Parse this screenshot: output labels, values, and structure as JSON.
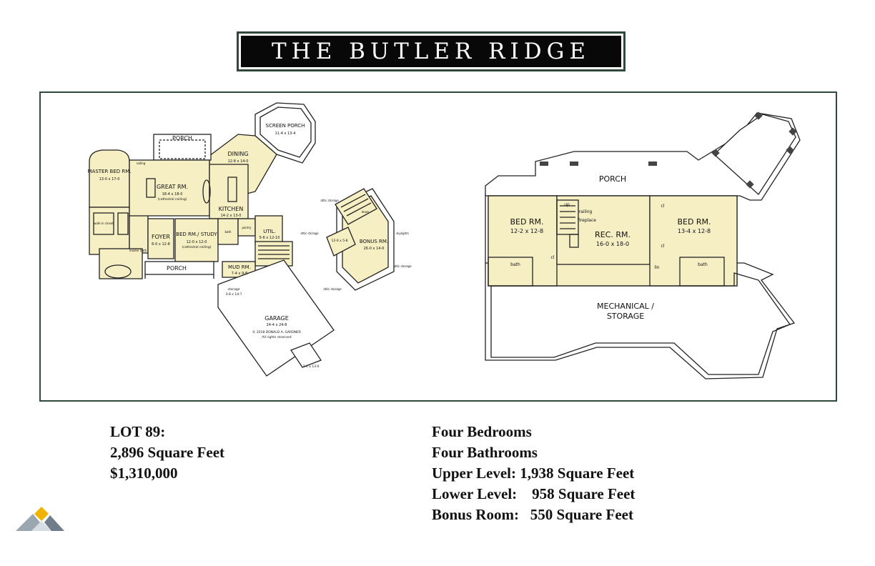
{
  "header": {
    "title": "THE BUTLER RIDGE"
  },
  "main_floor": {
    "rooms": {
      "porch_top": "PORCH",
      "screen_porch_name": "SCREEN PORCH",
      "screen_porch_dim": "11-4 x 13-4",
      "dining_name": "DINING",
      "dining_dim": "12-8 x 14-0",
      "master_name": "MASTER BED RM.",
      "master_dim": "13-0 x 17-0",
      "great_name": "GREAT RM.",
      "great_dim": "18-4 x 18-0",
      "great_note": "(cathedral ceiling)",
      "kitchen_name": "KITCHEN",
      "kitchen_dim": "14-2 x 13-0",
      "foyer_name": "FOYER",
      "foyer_dim": "6-0 x 12-8",
      "study_name": "BED RM./ STUDY",
      "study_dim": "12-0 x 12-0",
      "study_note": "(cathedral ceiling)",
      "util_name": "UTIL.",
      "util_dim": "5-6 x 12-10",
      "mud_name": "MUD RM.",
      "mud_dim": "7-4 x 9-8",
      "porch_bottom": "PORCH",
      "storage_name": "storage",
      "storage_dim": "3-8 x 14-7",
      "garage_name": "GARAGE",
      "garage_dim": "24-4 x 24-8",
      "copyright": "© 2018 DONALD A. GARDNER",
      "rights": "All rights reserved",
      "garage_ext_dim": "2-4 x 13-0",
      "walkin": "walk-in closet",
      "bath": "bath",
      "master_bath": "master bath",
      "pantry": "pantry",
      "railing": "railing"
    }
  },
  "bonus": {
    "name": "BONUS RM.",
    "dim": "26-0 x 14-0",
    "small_dim": "12-0 x 5-8",
    "attic1": "attic storage",
    "attic2": "attic storage",
    "attic3": "attic storage",
    "attic4": "attic storage",
    "skylights": "skylights",
    "down": "down"
  },
  "lower_level": {
    "porch": "PORCH",
    "bed1_name": "BED RM.",
    "bed1_dim": "12-2 x 12-8",
    "bed2_name": "BED RM.",
    "bed2_dim": "13-4 x 12-8",
    "rec_name": "REC. RM.",
    "rec_dim": "16-0 x 18-0",
    "railing": "railing",
    "fireplace": "fireplace",
    "up": "up",
    "bath1": "bath",
    "bath2": "bath",
    "cl1": "cl",
    "cl2": "cl",
    "cl3": "cl",
    "lin": "lin",
    "mech1": "MECHANICAL /",
    "mech2": "STORAGE"
  },
  "lot": {
    "lot": "LOT 89:",
    "sqft": "2,896 Square Feet",
    "price": "$1,310,000"
  },
  "specs": {
    "bedrooms": "Four Bedrooms",
    "bathrooms": "Four Bathrooms",
    "upper": "Upper Level: 1,938 Square Feet",
    "lower": "Lower Level:    958 Square Feet",
    "bonus": "Bonus Room:   550 Square Feet"
  },
  "colors": {
    "room_fill": "#f6efc4",
    "frame": "#2f4a3d",
    "title_bg": "#080808"
  }
}
